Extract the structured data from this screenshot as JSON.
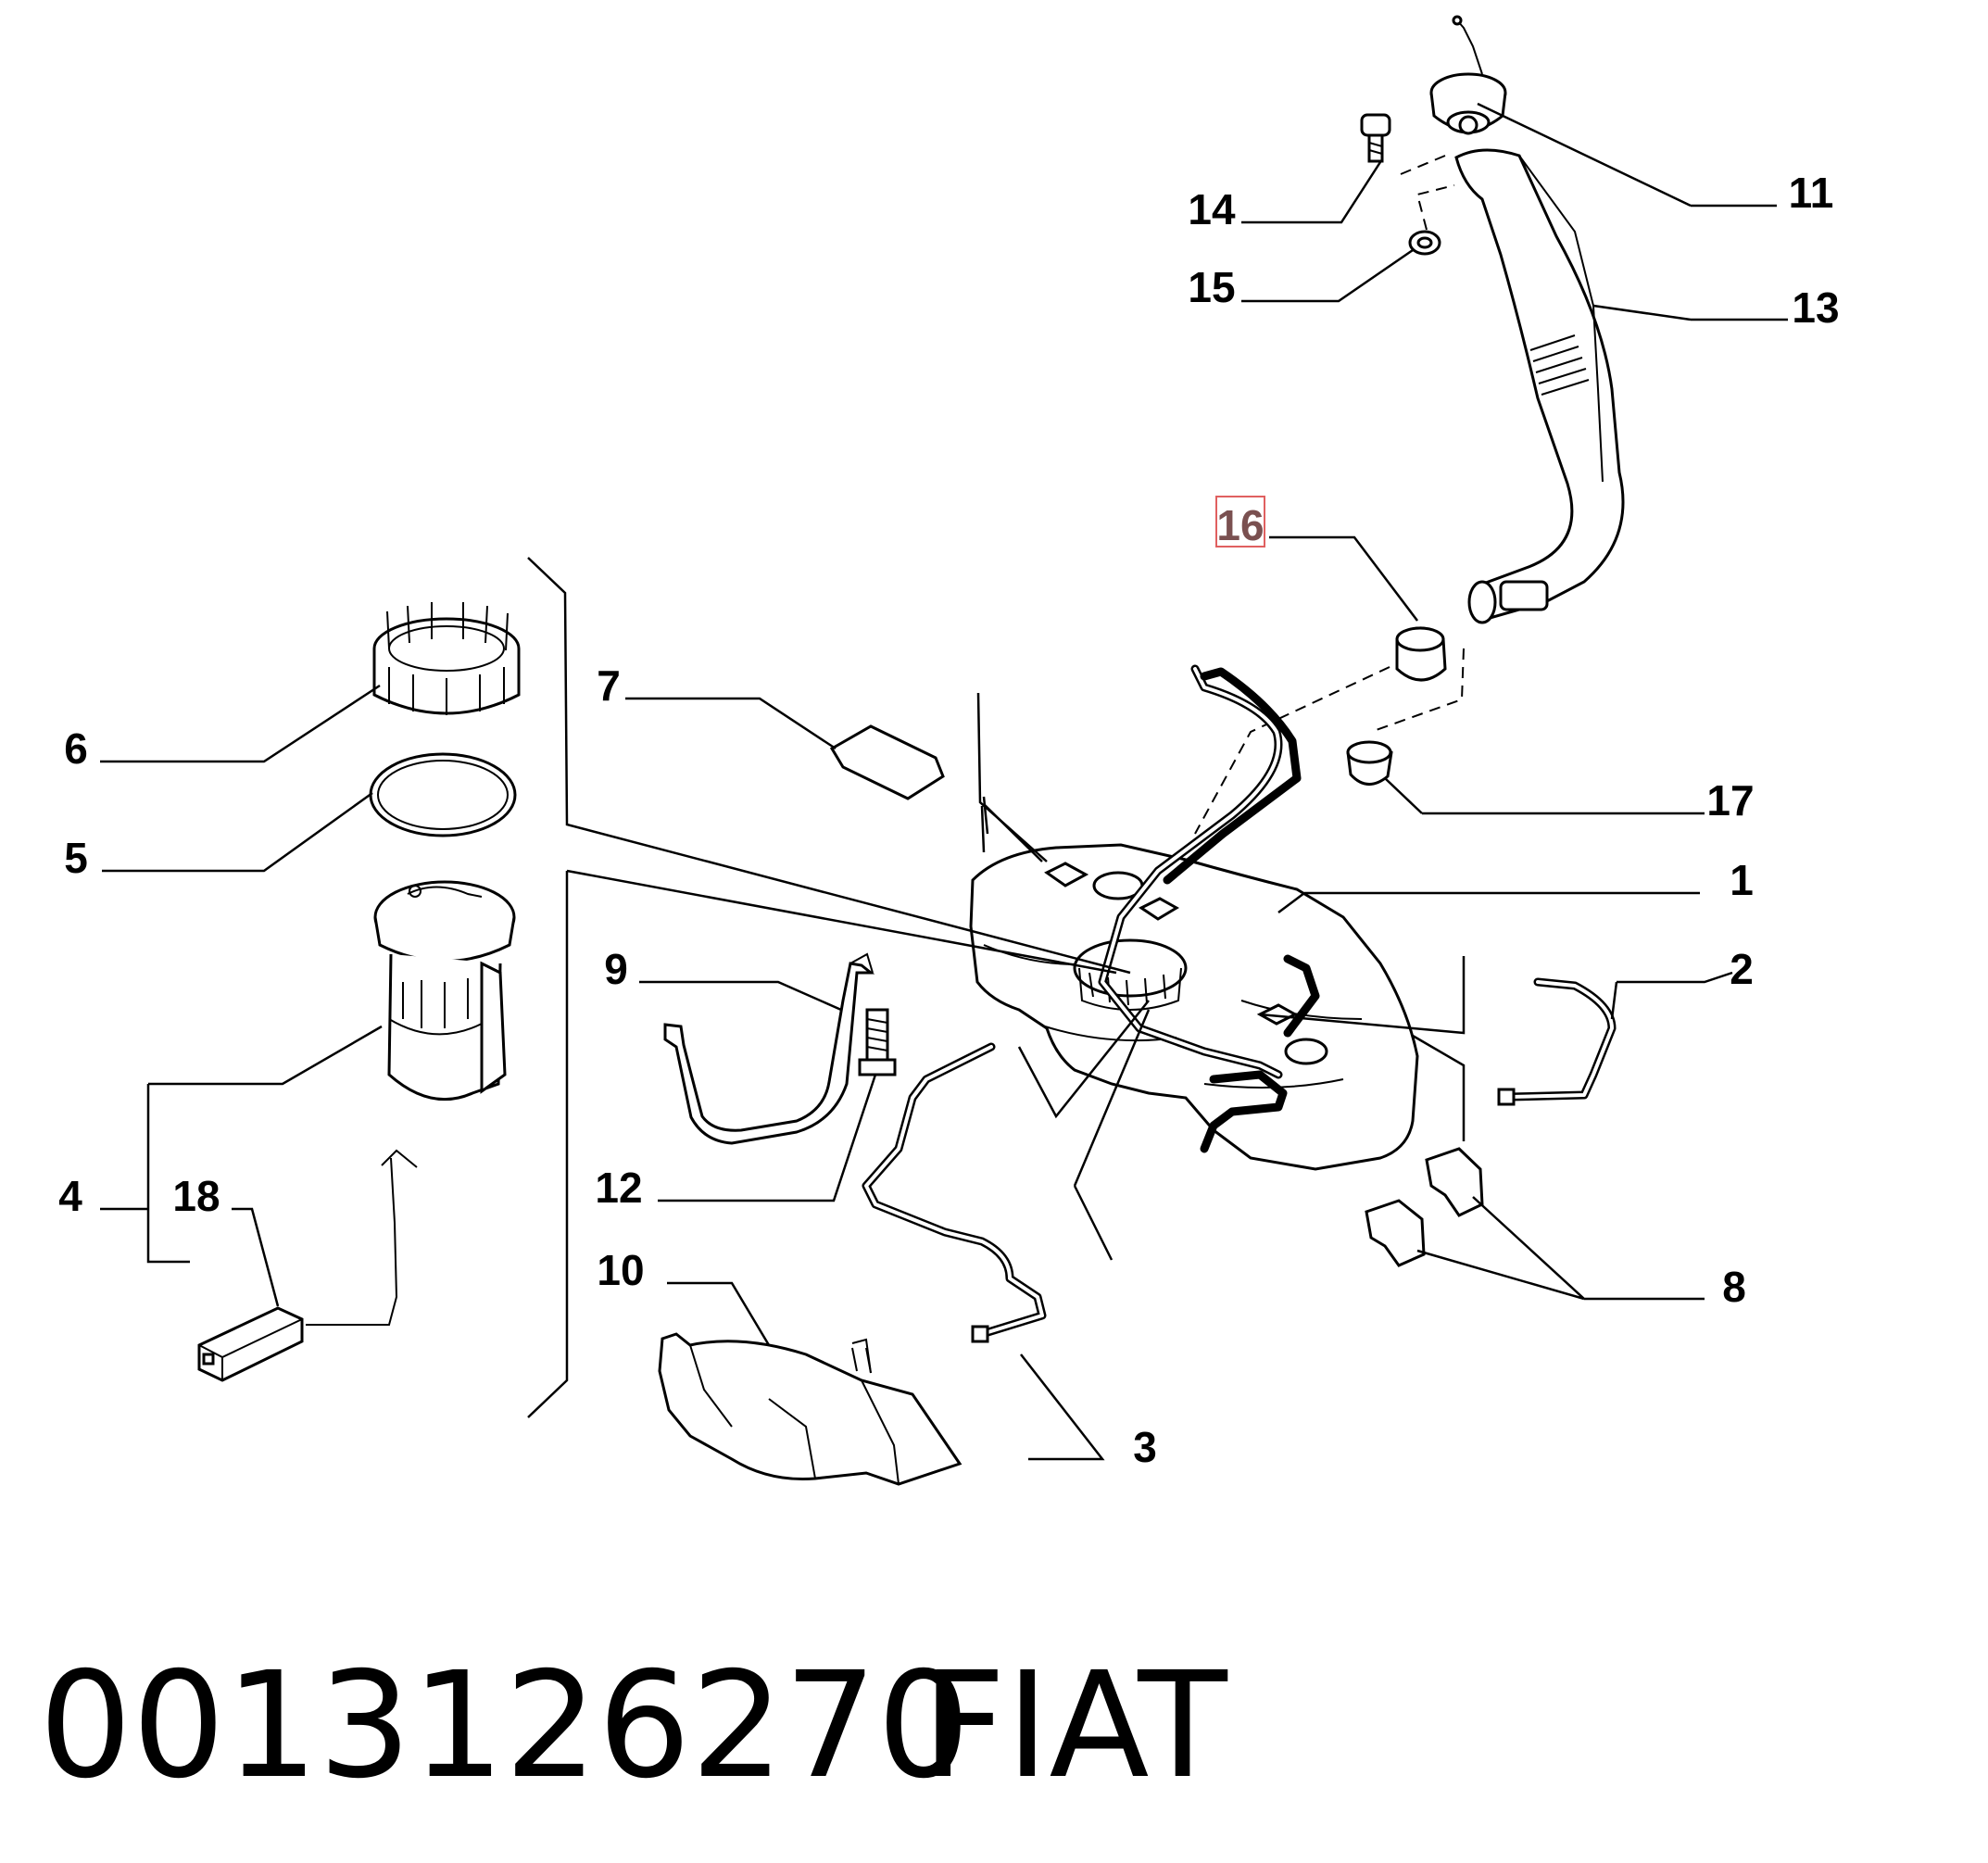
{
  "callouts": {
    "c1": "1",
    "c2": "2",
    "c3": "3",
    "c4": "4",
    "c5": "5",
    "c6": "6",
    "c7": "7",
    "c8": "8",
    "c9": "9",
    "c10": "10",
    "c11": "11",
    "c12": "12",
    "c13": "13",
    "c14": "14",
    "c15": "15",
    "c16": "16",
    "c17": "17",
    "c18": "18"
  },
  "highlighted_callout": "16",
  "highlight_color": "#e06060",
  "footer": {
    "part_number": "0013126270",
    "brand": "FIAT"
  }
}
